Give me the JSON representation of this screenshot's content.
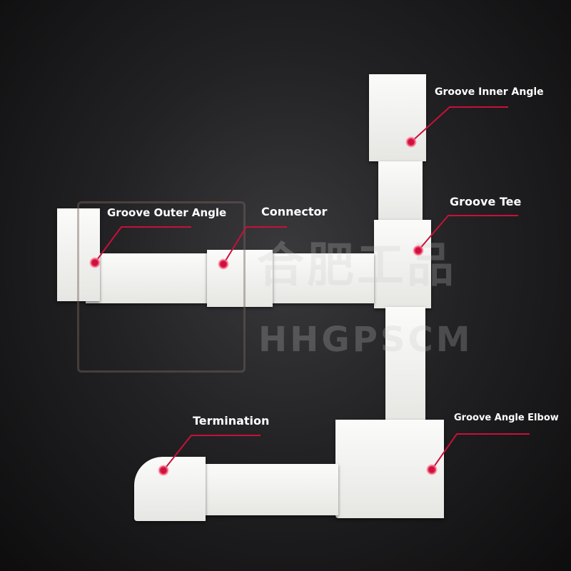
{
  "labels": {
    "inner_angle": "Groove Inner Angle",
    "outer_angle": "Groove Outer Angle",
    "connector": "Connector",
    "tee": "Groove Tee",
    "termination": "Termination",
    "elbow": "Groove Angle Elbow"
  },
  "watermark": {
    "cn": "合肥工品",
    "en": "HHGPSCM"
  },
  "colors": {
    "accent": "#d0103a",
    "background": "#1c1c1e"
  }
}
